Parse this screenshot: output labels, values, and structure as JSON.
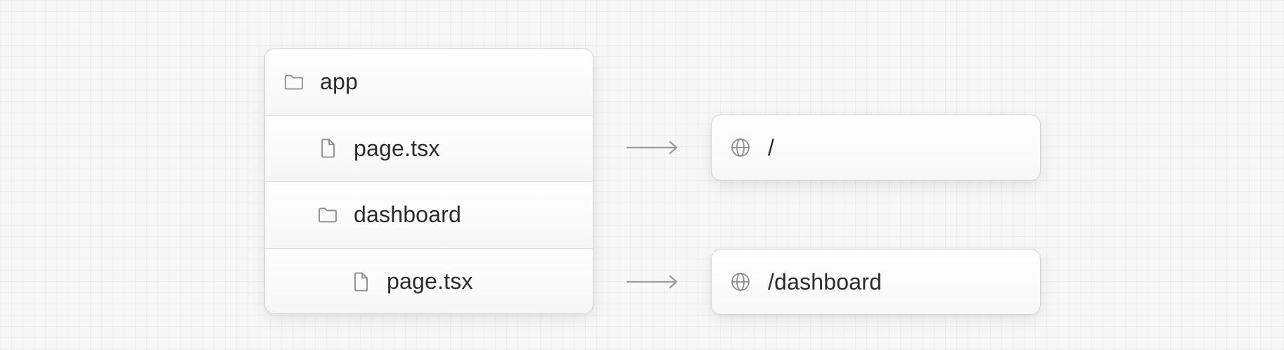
{
  "tree": {
    "rows": [
      {
        "label": "app",
        "icon": "folder-icon"
      },
      {
        "label": "page.tsx",
        "icon": "file-icon"
      },
      {
        "label": "dashboard",
        "icon": "folder-icon"
      },
      {
        "label": "page.tsx",
        "icon": "file-icon"
      }
    ]
  },
  "routes": [
    {
      "label": "/",
      "icon": "globe-icon"
    },
    {
      "label": "/dashboard",
      "icon": "globe-icon"
    }
  ],
  "colors": {
    "icon_stroke": "#8a8a8a",
    "arrow": "#9a9a9a",
    "text": "#2b2b2b"
  }
}
